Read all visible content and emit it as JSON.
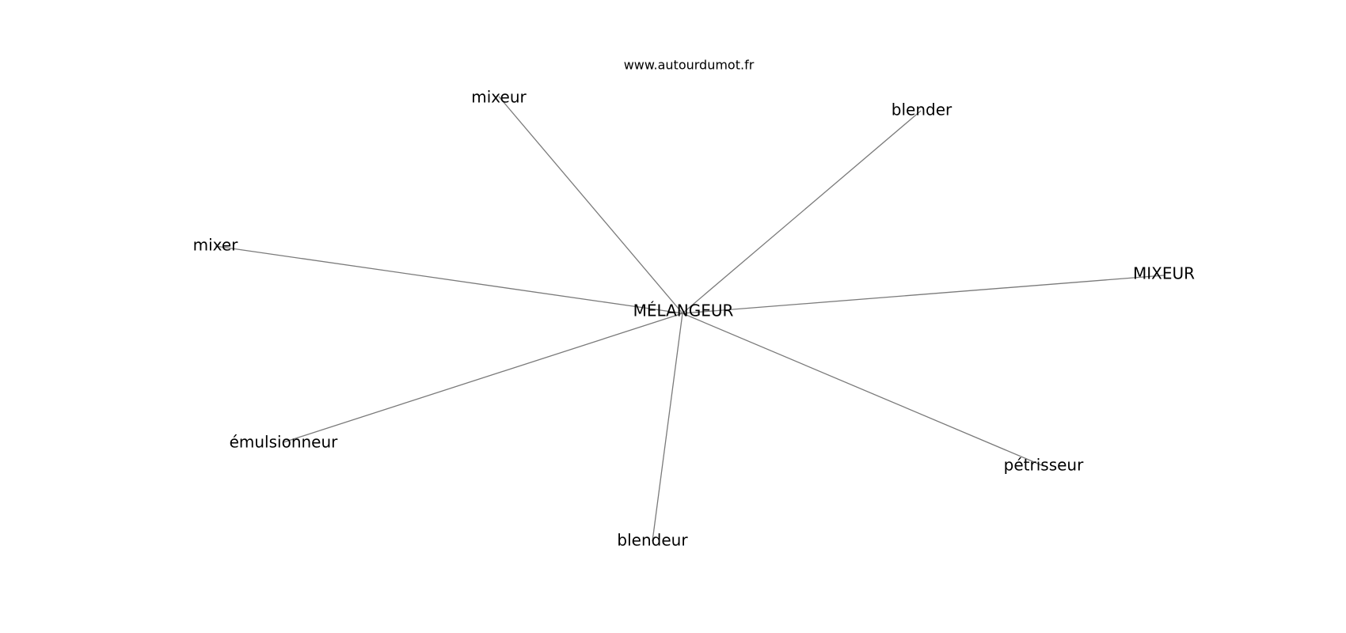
{
  "watermark": "www.autourdumot.fr",
  "colors": {
    "edge": "#7a7a7a",
    "text": "#000000",
    "background": "#ffffff"
  },
  "graph": {
    "center": "MÉLANGEUR",
    "neighbors": [
      "mixeur",
      "blender",
      "mixer",
      "MIXEUR",
      "émulsionneur",
      "pétrisseur",
      "blendeur"
    ]
  }
}
